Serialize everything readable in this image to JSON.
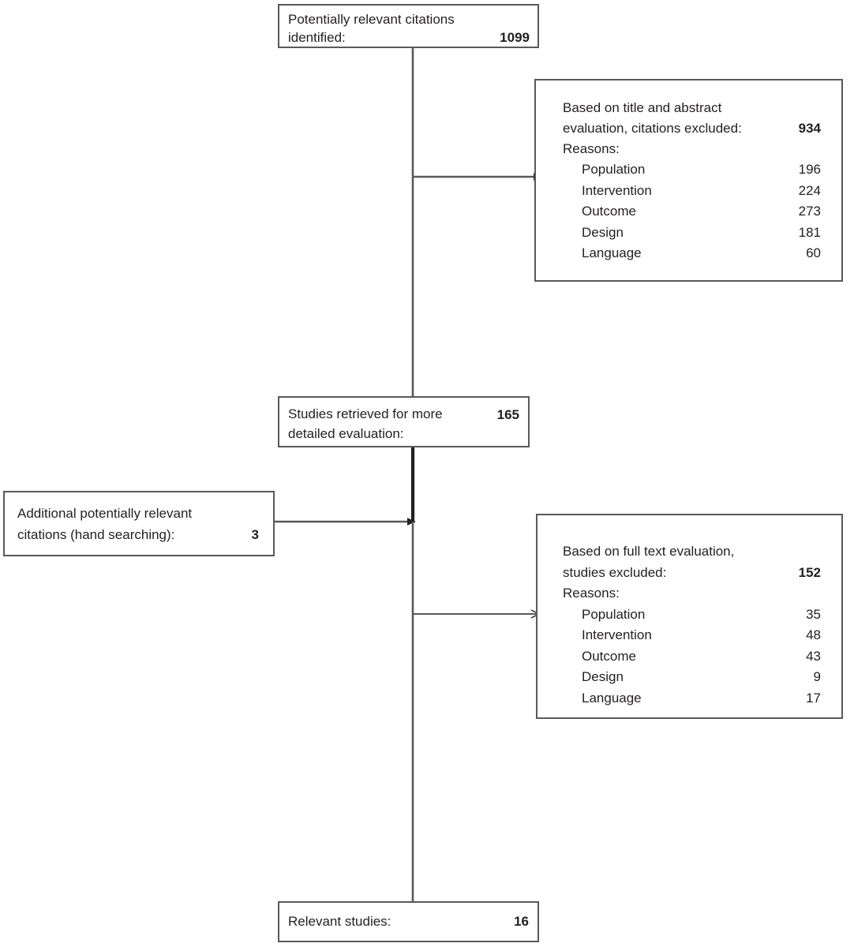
{
  "diagram": {
    "title": "Study selection flow diagram",
    "stroke_color": "#58595b",
    "text_color": "#231f20",
    "background": "#ffffff"
  },
  "identified": {
    "line1": "Potentially relevant citations",
    "line2": "identified:",
    "count": "1099"
  },
  "excluded_abstract": {
    "header_line1": "Based on title and abstract",
    "header_line2": "evaluation, citations excluded:",
    "count": "934",
    "reasons_title": "Reasons:",
    "reasons": [
      {
        "label": "Population",
        "value": "196"
      },
      {
        "label": "Intervention",
        "value": "224"
      },
      {
        "label": "Outcome",
        "value": "273"
      },
      {
        "label": "Design",
        "value": "181"
      },
      {
        "label": "Language",
        "value": "60"
      }
    ]
  },
  "retrieved": {
    "line1": "Studies retrieved for more",
    "line2": "detailed evaluation:",
    "count": "165"
  },
  "handsearch": {
    "line1": "Additional potentially relevant",
    "line2": "citations (hand searching):",
    "count": "3"
  },
  "excluded_fulltext": {
    "header_line1": "Based on full text evaluation,",
    "header_line2": "studies excluded:",
    "count": "152",
    "reasons_title": "Reasons:",
    "reasons": [
      {
        "label": "Population",
        "value": "35"
      },
      {
        "label": "Intervention",
        "value": "48"
      },
      {
        "label": "Outcome",
        "value": "43"
      },
      {
        "label": "Design",
        "value": "9"
      },
      {
        "label": "Language",
        "value": "17"
      }
    ]
  },
  "relevant": {
    "label": "Relevant studies:",
    "count": "16"
  }
}
